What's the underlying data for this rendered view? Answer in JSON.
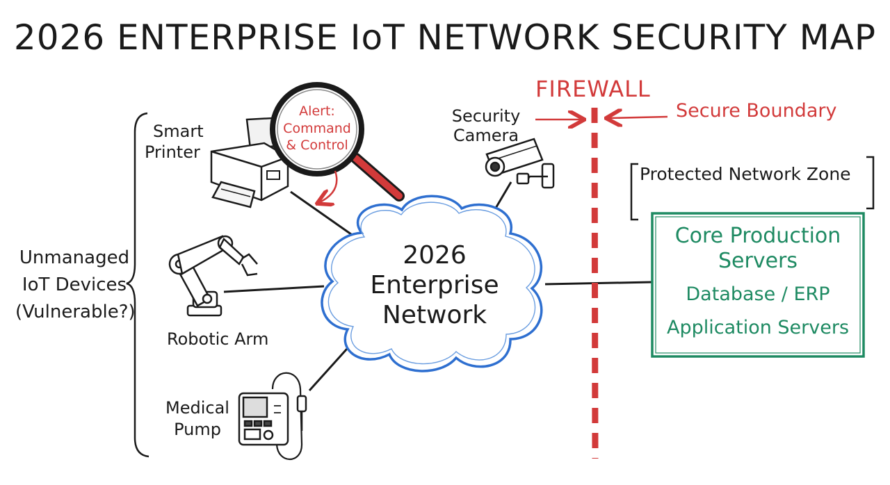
{
  "title": "2026 ENTERPRISE IoT NETWORK SECURITY MAP",
  "left_group": {
    "line1": "Unmanaged",
    "line2": "IoT Devices",
    "line3": "(Vulnerable?)"
  },
  "devices": {
    "printer": {
      "line1": "Smart",
      "line2": "Printer"
    },
    "robot": {
      "label": "Robotic Arm"
    },
    "pump": {
      "line1": "Medical",
      "line2": "Pump"
    },
    "camera": {
      "line1": "Security",
      "line2": "Camera"
    }
  },
  "alert": {
    "line1": "Alert:",
    "line2": "Command",
    "line3": "& Control"
  },
  "cloud": {
    "line1": "2026",
    "line2": "Enterprise",
    "line3": "Network"
  },
  "firewall": {
    "label": "FIREWALL",
    "boundary": "Secure Boundary"
  },
  "protected_zone": {
    "label": "Protected Network Zone"
  },
  "servers": {
    "line1": "Core Production",
    "line2": "Servers",
    "line3": "Database / ERP",
    "line4": "Application Servers"
  },
  "colors": {
    "accent_red": "#d23a3a",
    "cloud_blue": "#2e6fd0",
    "server_green": "#1e8a62"
  }
}
